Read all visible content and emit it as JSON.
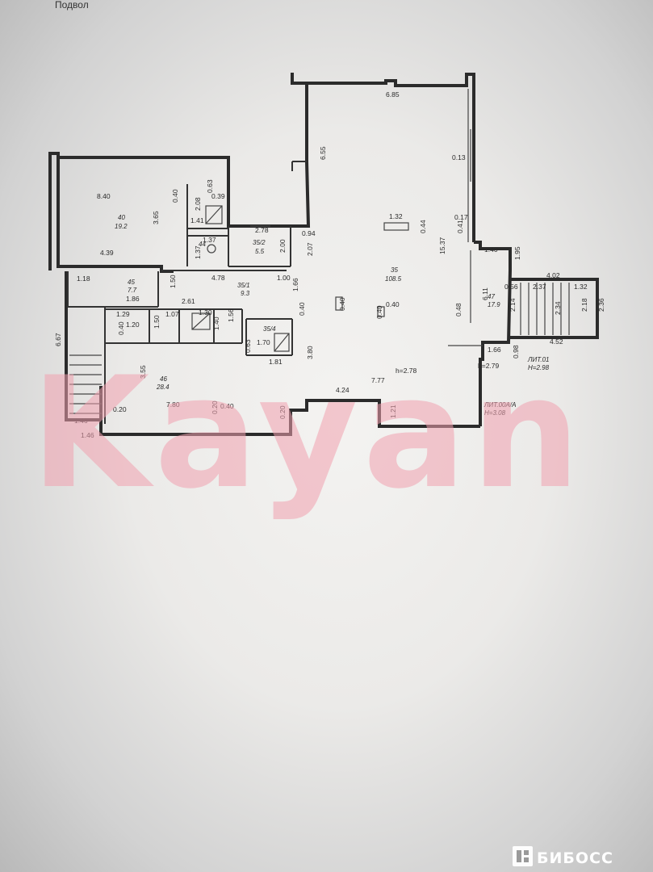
{
  "plan": {
    "title": "Подвол",
    "dimensions": [
      "6.85",
      "8.40",
      "3.65",
      "0.40",
      "4.39",
      "0.63",
      "2.08",
      "0.39",
      "1.41",
      "1.37",
      "1.37",
      "2.78",
      "2.00",
      "0.94",
      "2.07",
      "6.55",
      "1.32",
      "0.44",
      "0.17",
      "0.13",
      "0.41",
      "15.37",
      "1.40",
      "1.95",
      "4.02",
      "2.37",
      "1.32",
      "0.56",
      "6.11",
      "2.14",
      "2.34",
      "2.18",
      "2.36",
      "0.48",
      "4.52",
      "1.66",
      "0.98",
      "1.18",
      "1.46",
      "1.86",
      "4.78",
      "1.50",
      "1.00",
      "1.66",
      "2.61",
      "1.29",
      "1.07",
      "1.30",
      "1.20",
      "0.40",
      "1.50",
      "1.40",
      "1.56",
      "0.40",
      "0.63",
      "1.70",
      "1.81",
      "3.80",
      "0.40",
      "0.40",
      "0.40",
      "4.24",
      "7.77",
      "1.21",
      "6.67",
      "3.55",
      "7.80",
      "0.20",
      "0.20",
      "0.40",
      "0.20",
      "1.46"
    ],
    "rooms": [
      {
        "id": "40",
        "area": "19.2"
      },
      {
        "id": "35/2",
        "area": "5.5"
      },
      {
        "id": "35",
        "area": "108.5"
      },
      {
        "id": "45",
        "area": "7.7"
      },
      {
        "id": "35/1",
        "area": "9.3"
      },
      {
        "id": "35/4",
        "area": ""
      },
      {
        "id": "46",
        "area": "28.4"
      },
      {
        "id": "44",
        "area": ""
      },
      {
        "id": "47",
        "area": "17.9"
      }
    ],
    "heights": [
      "h=2.78",
      "h=2.79"
    ],
    "litera": [
      {
        "name": "ЛИТ.01",
        "h": "H=2.98"
      },
      {
        "name": "ЛИТ.00А/А",
        "h": "H=3.08"
      }
    ]
  },
  "watermark": "Kayan",
  "brand": {
    "name": "БИБОСС"
  }
}
